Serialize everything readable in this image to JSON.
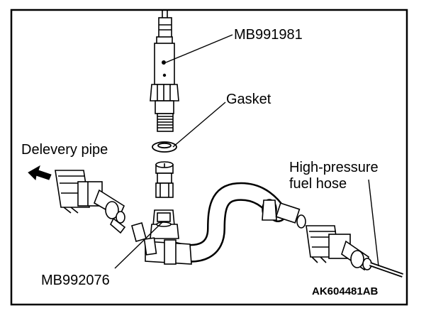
{
  "colors": {
    "ink": "#000000",
    "paper": "#ffffff",
    "shade": "#8c8c8c"
  },
  "labels": {
    "tool_upper": "MB991981",
    "gasket": "Gasket",
    "delivery_pipe": "Delevery pipe",
    "high_pressure_line1": "High-pressure",
    "high_pressure_line2": "fuel hose",
    "tool_lower": "MB992076"
  },
  "figure_code": "AK604481AB",
  "icons": {
    "direction_arrow": "arrow-left-icon"
  }
}
